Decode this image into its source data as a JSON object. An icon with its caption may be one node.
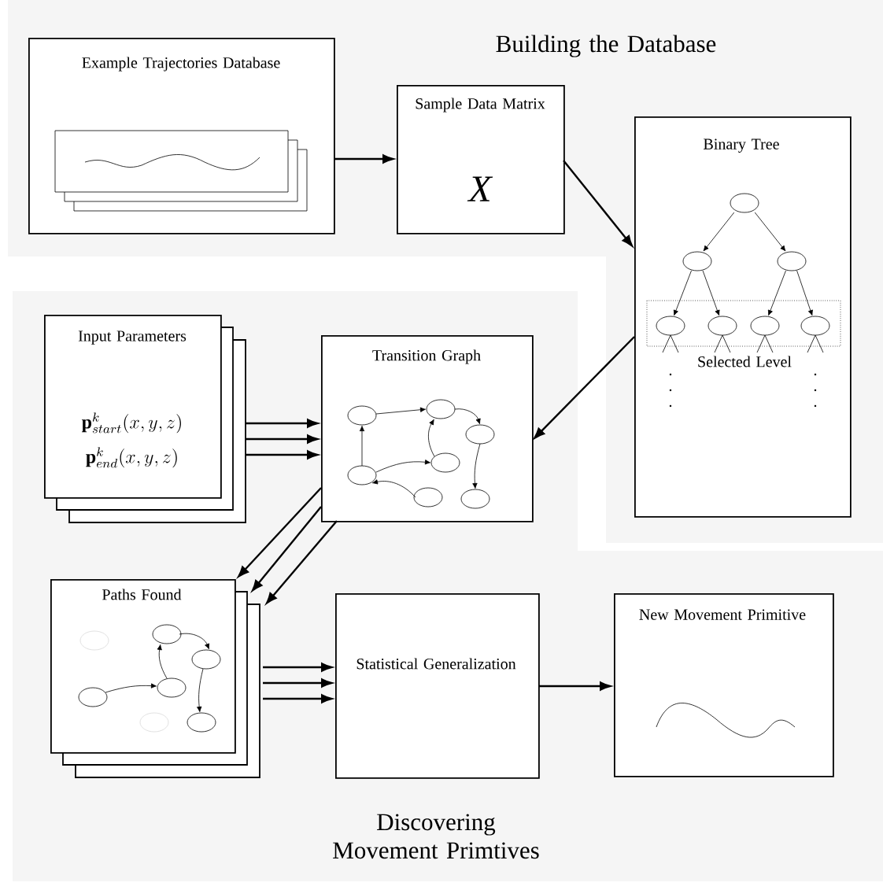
{
  "diagram": {
    "nodes": [
      {
        "text": [
          "Example Trajectories Database"
        ]
      },
      {
        "text": [
          "Sample Data Matrix",
          "X"
        ]
      },
      {
        "text": [
          "Binary Tree",
          "Selected Level"
        ]
      },
      {
        "text": [
          "Input Parameters",
          "\\mathbf{p}^{k}_{start}(x,y,z)",
          "\\mathbf{p}^{k}_{end}(x,y,z)"
        ]
      },
      {
        "text": [
          "Transition Graph"
        ]
      },
      {
        "text": [
          "Paths Found"
        ]
      },
      {
        "text": [
          "Statistical Generalization"
        ]
      },
      {
        "text": [
          "New Movement Primitive"
        ]
      }
    ],
    "edges": [
      {
        "from": 0,
        "to": 1,
        "arrow": "to"
      },
      {
        "from": 1,
        "to": 2,
        "arrow": "to"
      },
      {
        "from": 2,
        "to": 4,
        "arrow": "to"
      },
      {
        "from": 3,
        "to": 4,
        "arrow": "to"
      },
      {
        "from": 3,
        "to": 4,
        "arrow": "to"
      },
      {
        "from": 3,
        "to": 4,
        "arrow": "to"
      },
      {
        "from": 4,
        "to": 5,
        "arrow": "to"
      },
      {
        "from": 4,
        "to": 5,
        "arrow": "to"
      },
      {
        "from": 4,
        "to": 5,
        "arrow": "to"
      },
      {
        "from": 5,
        "to": 6,
        "arrow": "to"
      },
      {
        "from": 5,
        "to": 6,
        "arrow": "to"
      },
      {
        "from": 5,
        "to": 6,
        "arrow": "to"
      },
      {
        "from": 6,
        "to": 7,
        "arrow": "to"
      }
    ],
    "labels": [
      "Building the Database",
      "Discovering Movement Primtives"
    ]
  }
}
